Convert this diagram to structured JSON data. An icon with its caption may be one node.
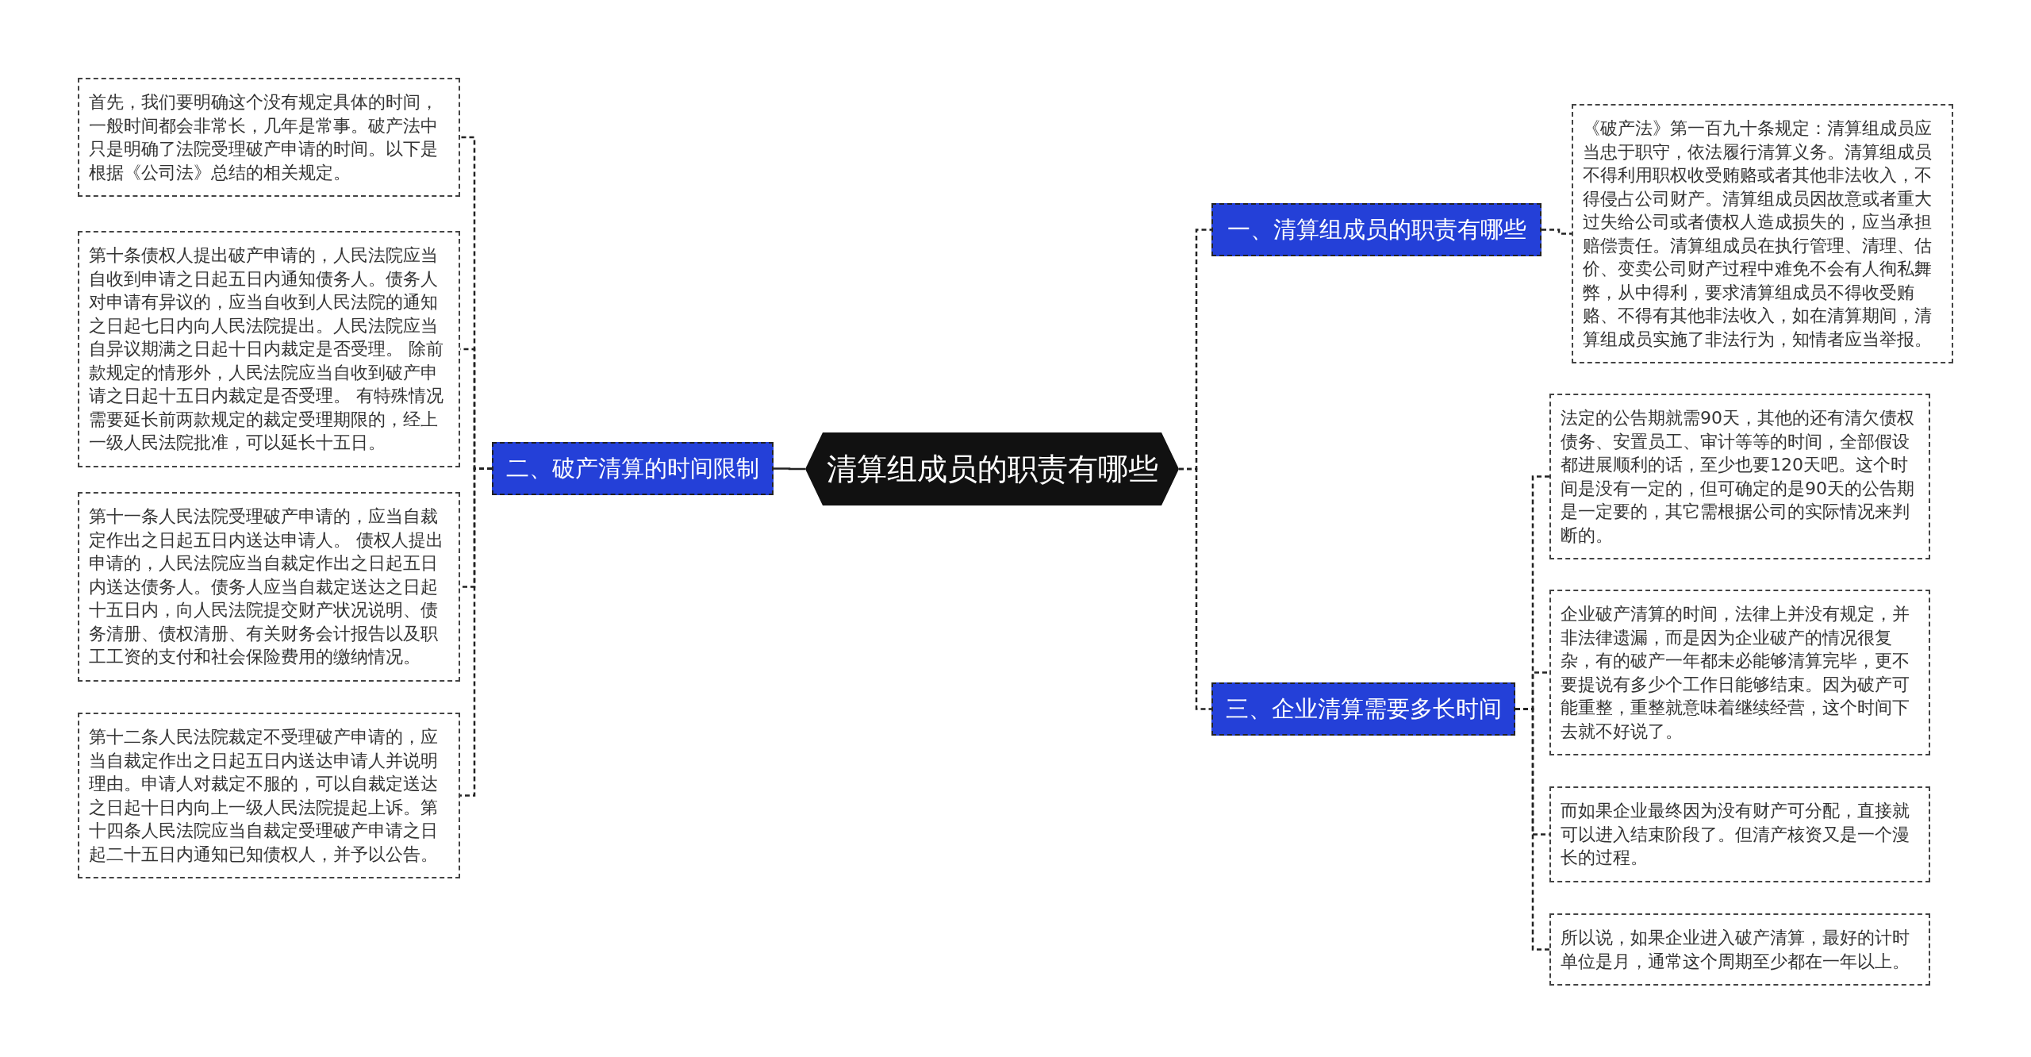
{
  "diagram": {
    "nodes": [
      {
        "text": [
          "清算组成员的职责有哪些"
        ]
      },
      {
        "text": [
          "一、清算组成员的职责有哪些"
        ]
      },
      {
        "text": [
          "《破产法》第一百九十条规定：清算组成员应当忠于职守，依法履行清算义务。清算组成员不得利用职权收受贿赂或者其他非法收入，不得侵占公司财产。清算组成员因故意或者重大过失给公司或者债权人造成损失的，应当承担赔偿责任。清算组成员在执行管理、清理、估价、变卖公司财产过程中难免不会有人徇私舞弊，从中得利，要求清算组成员不得收受贿赂、不得有其他非法收入，如在清算期间，清算组成员实施了非法行为，知情者应当举报。"
        ]
      },
      {
        "text": [
          "二、破产清算的时间限制"
        ]
      },
      {
        "text": [
          "首先，我们要明确这个没有规定具体的时间，一般时间都会非常长，几年是常事。破产法中只是明确了法院受理破产申请的时间。以下是根据《公司法》总结的相关规定。"
        ]
      },
      {
        "text": [
          "第十条债权人提出破产申请的，人民法院应当自收到申请之日起五日内通知债务人。债务人对申请有异议的，应当自收到人民法院的通知之日起七日内向人民法院提出。人民法院应当自异议期满之日起十日内裁定是否受理。 除前款规定的情形外，人民法院应当自收到破产申请之日起十五日内裁定是否受理。 有特殊情况需要延长前两款规定的裁定受理期限的，经上一级人民法院批准，可以延长十五日。"
        ]
      },
      {
        "text": [
          "第十一条人民法院受理破产申请的，应当自裁定作出之日起五日内送达申请人。 债权人提出申请的，人民法院应当自裁定作出之日起五日内送达债务人。债务人应当自裁定送达之日起十五日内，向人民法院提交财产状况说明、债务清册、债权清册、有关财务会计报告以及职工工资的支付和社会保险费用的缴纳情况。"
        ]
      },
      {
        "text": [
          "第十二条人民法院裁定不受理破产申请的，应当自裁定作出之日起五日内送达申请人并说明理由。申请人对裁定不服的，可以自裁定送达之日起十日内向上一级人民法院提起上诉。第十四条人民法院应当自裁定受理破产申请之日起二十五日内通知已知债权人，并予以公告。"
        ]
      },
      {
        "text": [
          "三、企业清算需要多长时间"
        ]
      },
      {
        "text": [
          "法定的公告期就需90天，其他的还有清欠债权债务、安置员工、审计等等的时间，全部假设都进展顺利的话，至少也要120天吧。这个时间是没有一定的，但可确定的是90天的公告期是一定要的，其它需根据公司的实际情况来判断的。"
        ]
      },
      {
        "text": [
          "企业破产清算的时间，法律上并没有规定，并非法律遗漏，而是因为企业破产的情况很复杂，有的破产一年都未必能够清算完毕，更不要提说有多少个工作日能够结束。因为破产可能重整，重整就意味着继续经营，这个时间下去就不好说了。"
        ]
      },
      {
        "text": [
          "而如果企业最终因为没有财产可分配，直接就可以进入结束阶段了。但清产核资又是一个漫长的过程。"
        ]
      },
      {
        "text": [
          "所以说，如果企业进入破产清算，最好的计时单位是月，通常这个周期至少都在一年以上。"
        ]
      }
    ],
    "edges": [
      {
        "from": 0,
        "to": 1,
        "arrow": "none",
        "style": "dashed"
      },
      {
        "from": 1,
        "to": 2,
        "arrow": "none",
        "style": "dashed"
      },
      {
        "from": 0,
        "to": 3,
        "arrow": "none"
      },
      {
        "from": 3,
        "to": 4,
        "arrow": "none",
        "style": "dashed"
      },
      {
        "from": 3,
        "to": 5,
        "arrow": "none",
        "style": "dashed"
      },
      {
        "from": 3,
        "to": 6,
        "arrow": "none",
        "style": "dashed"
      },
      {
        "from": 3,
        "to": 7,
        "arrow": "none",
        "style": "dashed"
      },
      {
        "from": 0,
        "to": 8,
        "arrow": "none",
        "style": "dashed"
      },
      {
        "from": 8,
        "to": 9,
        "arrow": "none",
        "style": "dashed"
      },
      {
        "from": 8,
        "to": 10,
        "arrow": "none",
        "style": "dashed"
      },
      {
        "from": 8,
        "to": 11,
        "arrow": "none",
        "style": "dashed"
      },
      {
        "from": 8,
        "to": 12,
        "arrow": "none",
        "style": "dashed"
      }
    ]
  }
}
